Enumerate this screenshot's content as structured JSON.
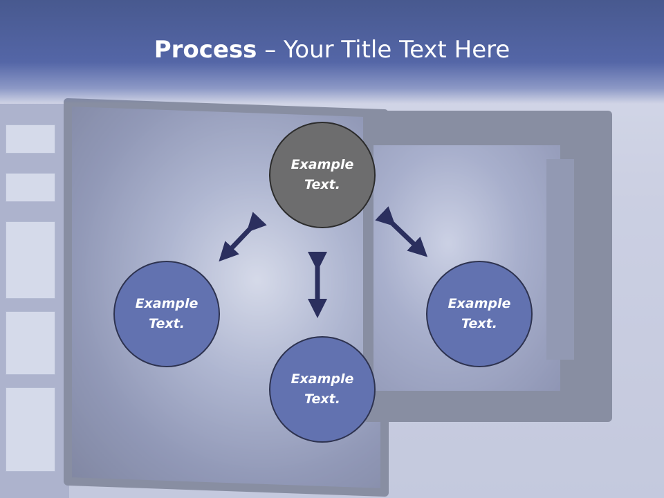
{
  "header": {
    "title_bold": "Process",
    "title_rest": " – Your Title Text Here"
  },
  "nodes": {
    "top": "Example\nText.",
    "left": "Example\nText.",
    "right": "Example\nText.",
    "bottom": "Example\nText."
  },
  "colors": {
    "header": "#5466a7",
    "node_blue": "#6272b0",
    "node_gray": "#6d6d6e",
    "arrow": "#2b2f5e"
  }
}
